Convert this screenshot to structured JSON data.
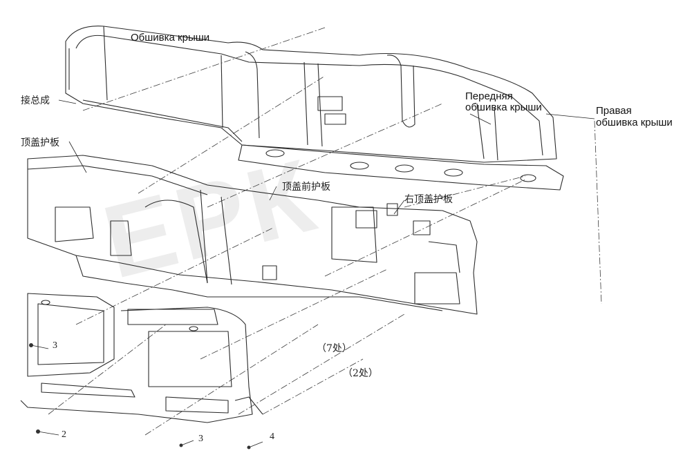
{
  "labels": {
    "roof_trim": "Обшивка крыши",
    "front_roof_trim": "Передняя\nобшивка крыши",
    "right_roof_trim": "Правая\nобшивка крыши",
    "assembly_cn": "接总成",
    "roof_panel_cn": "顶盖护板",
    "roof_front_panel_cn": "顶盖前护板",
    "right_roof_panel_cn": "右顶盖护板",
    "qty_7": "（7处）",
    "qty_2": "（2处）",
    "callout_3a": "3",
    "callout_2": "2",
    "callout_3b": "3",
    "callout_4": "4"
  },
  "watermark": "ЕРК",
  "colors": {
    "line": "#2a2a2a",
    "leader": "#3a3a3a"
  }
}
